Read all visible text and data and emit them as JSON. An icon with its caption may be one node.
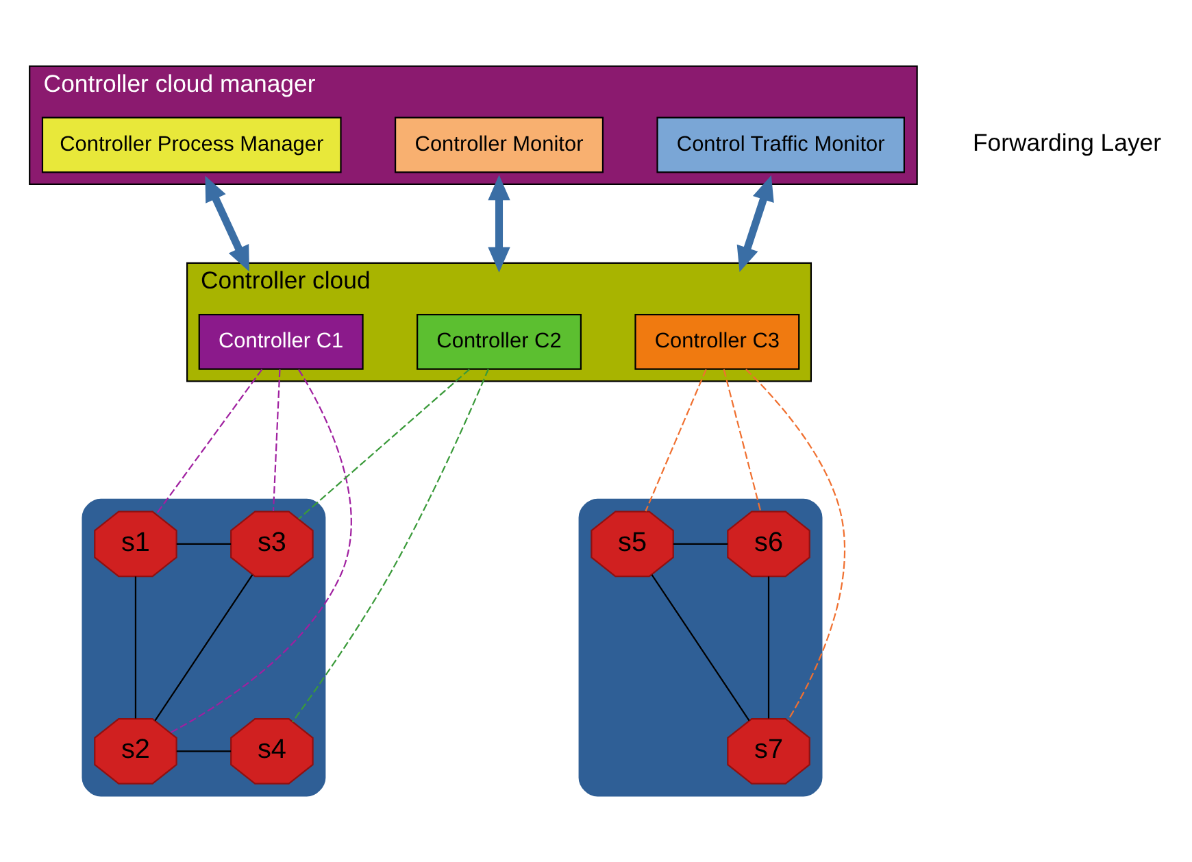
{
  "diagram": {
    "nodes": [
      {
        "text": [
          "Controller cloud manager"
        ]
      },
      {
        "text": [
          "Controller Process Manager"
        ],
        "in": 0
      },
      {
        "text": [
          "Controller Monitor"
        ],
        "in": 0
      },
      {
        "text": [
          "Control Traffic Monitor"
        ],
        "in": 0
      },
      {
        "text": [
          "Controller cloud"
        ]
      },
      {
        "text": [
          "Controller C1"
        ],
        "in": 4
      },
      {
        "text": [
          "Controller C2"
        ],
        "in": 4
      },
      {
        "text": [
          "Controller C3"
        ],
        "in": 4
      },
      {
        "text": [],
        "shape": "cloud"
      },
      {
        "text": [],
        "shape": "cloud"
      },
      {
        "text": [
          "s1"
        ],
        "in": 8
      },
      {
        "text": [
          "s2"
        ],
        "in": 8
      },
      {
        "text": [
          "s3"
        ],
        "in": 8
      },
      {
        "text": [
          "s4"
        ],
        "in": 8
      },
      {
        "text": [
          "s5"
        ],
        "in": 9
      },
      {
        "text": [
          "s6"
        ],
        "in": 9
      },
      {
        "text": [
          "s7"
        ],
        "in": 9
      }
    ],
    "edges": [
      {
        "from": 0,
        "to": 4,
        "arrow": "both",
        "style": "thick",
        "color": "#3a6ea5"
      },
      {
        "from": 0,
        "to": 4,
        "arrow": "both",
        "style": "thick",
        "color": "#3a6ea5"
      },
      {
        "from": 0,
        "to": 4,
        "arrow": "both",
        "style": "thick",
        "color": "#3a6ea5"
      },
      {
        "from": 5,
        "to": 10,
        "arrow": "none",
        "style": "dashed",
        "color": "#a020a0"
      },
      {
        "from": 5,
        "to": 11,
        "arrow": "none",
        "style": "dashed",
        "color": "#a020a0"
      },
      {
        "from": 5,
        "to": 12,
        "arrow": "none",
        "style": "dashed",
        "color": "#a020a0"
      },
      {
        "from": 6,
        "to": 12,
        "arrow": "none",
        "style": "dashed",
        "color": "#3a9a3a"
      },
      {
        "from": 6,
        "to": 13,
        "arrow": "none",
        "style": "dashed",
        "color": "#3a9a3a"
      },
      {
        "from": 7,
        "to": 14,
        "arrow": "none",
        "style": "dashed",
        "color": "#f07030"
      },
      {
        "from": 7,
        "to": 16,
        "arrow": "none",
        "style": "dashed",
        "color": "#f07030"
      },
      {
        "from": 7,
        "to": 15,
        "arrow": "none",
        "style": "dashed",
        "color": "#f07030"
      },
      {
        "from": 10,
        "to": 12,
        "arrow": "none"
      },
      {
        "from": 10,
        "to": 11,
        "arrow": "none"
      },
      {
        "from": 11,
        "to": 12,
        "arrow": "none"
      },
      {
        "from": 11,
        "to": 13,
        "arrow": "none"
      },
      {
        "from": 14,
        "to": 15,
        "arrow": "none"
      },
      {
        "from": 14,
        "to": 16,
        "arrow": "none"
      },
      {
        "from": 15,
        "to": 16,
        "arrow": "none"
      }
    ],
    "labels": [
      "Forwarding Layer"
    ]
  }
}
